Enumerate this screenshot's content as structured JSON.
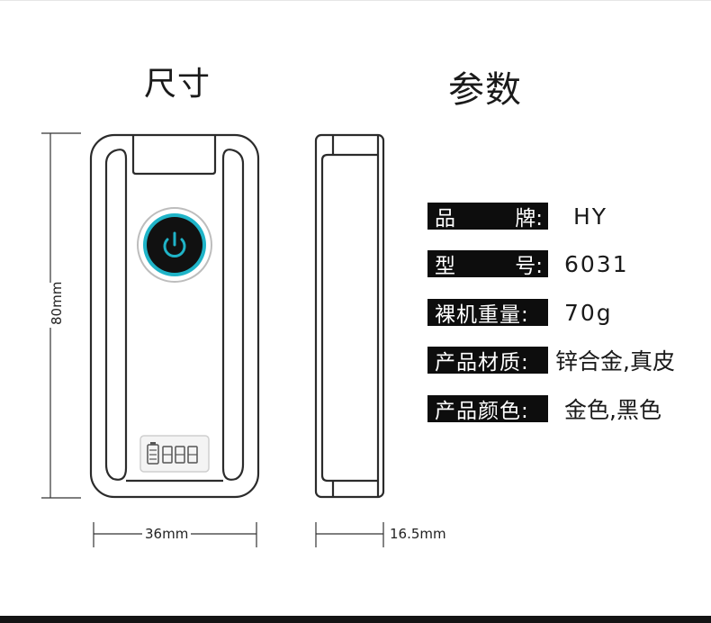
{
  "headings": {
    "size": "尺寸",
    "params": "参数"
  },
  "dimensions": {
    "height": "80mm",
    "width": "36mm",
    "depth": "16.5mm"
  },
  "specs": [
    {
      "label_a": "品",
      "label_b": "牌:",
      "value": "HY"
    },
    {
      "label_a": "型",
      "label_b": "号:",
      "value": "6031"
    },
    {
      "label": "裸机重量:",
      "value": "70g"
    },
    {
      "label": "产品材质:",
      "value": "锌合金,真皮"
    },
    {
      "label": "产品颜色:",
      "value": "金色,黑色"
    }
  ],
  "colors": {
    "accent": "#1fb4c8",
    "label_bg": "#0d0d0d",
    "outline": "#2b2b2b"
  },
  "icons": {
    "power": "power-icon",
    "battery": "battery-indicator-icon"
  }
}
